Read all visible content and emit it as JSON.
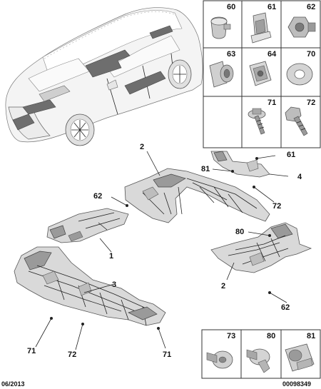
{
  "footer": {
    "date": "06/2013",
    "ref": "00098349"
  },
  "grid_top": [
    {
      "num": "60",
      "icon": "push-nut-icon"
    },
    {
      "num": "61",
      "icon": "clip-bracket-icon"
    },
    {
      "num": "62",
      "icon": "flange-nut-icon"
    },
    {
      "num": "63",
      "icon": "cage-nut-icon"
    },
    {
      "num": "64",
      "icon": "spring-clip-icon"
    },
    {
      "num": "70",
      "icon": "washer-icon"
    },
    {
      "num": "71",
      "icon": "flange-screw-icon"
    },
    {
      "num": "72",
      "icon": "hex-screw-icon"
    }
  ],
  "grid_bottom": [
    {
      "num": "73",
      "icon": "push-rivet-icon"
    },
    {
      "num": "80",
      "icon": "expansion-rivet-icon"
    },
    {
      "num": "81",
      "icon": "clip-fastener-icon"
    }
  ],
  "callouts": [
    "2",
    "61",
    "81",
    "4",
    "62",
    "72",
    "80",
    "1",
    "3",
    "2",
    "62",
    "71",
    "72",
    "71"
  ]
}
